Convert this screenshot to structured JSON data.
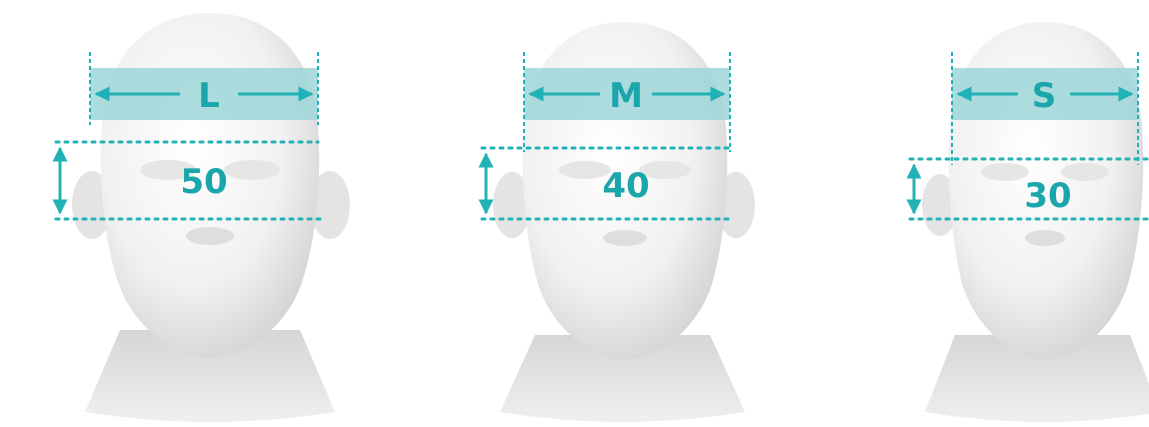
{
  "figure": {
    "accent_color": "#20b2b6",
    "band_color": "#9fd6d8",
    "items": [
      {
        "size": "L",
        "value": "50"
      },
      {
        "size": "M",
        "value": "40"
      },
      {
        "size": "S",
        "value": "30"
      }
    ]
  }
}
